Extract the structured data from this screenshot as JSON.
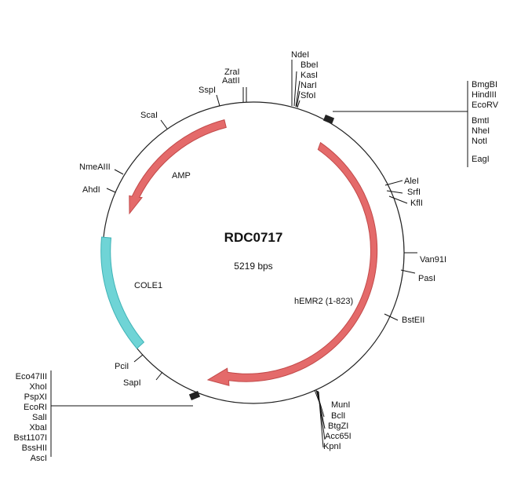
{
  "plasmid": {
    "name": "RDC0717",
    "size_label": "5219 bps"
  },
  "features": {
    "amp": {
      "label": "AMP",
      "color": "#e46a6a"
    },
    "hemr2": {
      "label": "hEMR2 (1-823)",
      "color": "#e46a6a"
    },
    "cole1": {
      "label": "COLE1",
      "color": "#6fd4d6"
    }
  },
  "sites": {
    "zrai": "ZraI",
    "aatii": "AatII",
    "sspi": "SspI",
    "scai": "ScaI",
    "nmeaiii": "NmeAIII",
    "ahdi": "AhdI",
    "pcii": "PciI",
    "sapi": "SapI",
    "alei": "AleI",
    "srfi": "SrfI",
    "kfli": "KflI",
    "van91i": "Van91I",
    "pasi": "PasI",
    "bstEII": "BstEII"
  },
  "clusters": {
    "top": [
      "NdeI",
      "BbeI",
      "KasI",
      "NarI",
      "SfoI"
    ],
    "top_right": [
      "BmgBI",
      "HindIII",
      "EcoRV",
      "BmtI",
      "NheI",
      "NotI",
      "EagI"
    ],
    "bottom": [
      "MunI",
      "BclI",
      "BtgZI",
      "Acc65I",
      "KpnI"
    ],
    "bottom_left": [
      "Eco47III",
      "XhoI",
      "PspXI",
      "EcoRI",
      "SalI",
      "XbaI",
      "Bst1107I",
      "BssHII",
      "AscI"
    ]
  }
}
